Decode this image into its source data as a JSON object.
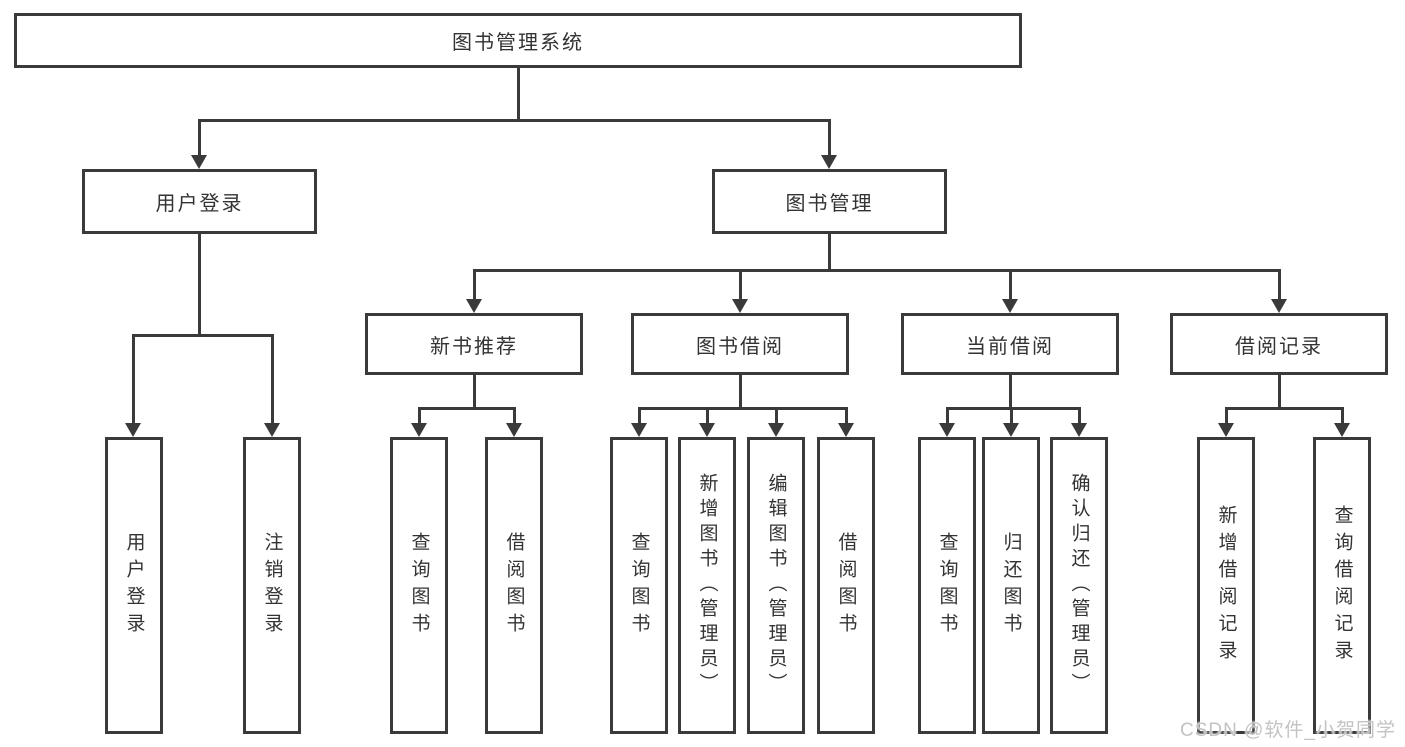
{
  "diagram": {
    "type": "hierarchy-tree",
    "title": "图书管理系统",
    "colors": {
      "line": "#3a3a3a",
      "border": "#3a3a3a",
      "text": "#333333",
      "background": "#ffffff",
      "watermark": "#c3c3c3"
    },
    "watermark": "CSDN @软件_小贺同学"
  },
  "nodes": {
    "root": {
      "label": "图书管理系统"
    },
    "user_login": {
      "label": "用户登录"
    },
    "book_mgmt": {
      "label": "图书管理"
    },
    "new_book_rec": {
      "label": "新书推荐"
    },
    "book_borrow": {
      "label": "图书借阅"
    },
    "current_borrow": {
      "label": "当前借阅"
    },
    "borrow_record": {
      "label": "借阅记录"
    },
    "leaf_user_login": {
      "label": "用户登录"
    },
    "leaf_logout": {
      "label": "注销登录"
    },
    "leaf_query_book_1": {
      "label": "查询图书"
    },
    "leaf_borrow_book_1": {
      "label": "借阅图书"
    },
    "leaf_query_book_2": {
      "label": "查询图书"
    },
    "leaf_add_book": {
      "label": "新增图书（管理员）"
    },
    "leaf_edit_book": {
      "label": "编辑图书（管理员）"
    },
    "leaf_borrow_book_2": {
      "label": "借阅图书"
    },
    "leaf_query_book_3": {
      "label": "查询图书"
    },
    "leaf_return_book": {
      "label": "归还图书"
    },
    "leaf_confirm_return": {
      "label": "确认归还（管理员）"
    },
    "leaf_add_record": {
      "label": "新增借阅记录"
    },
    "leaf_query_record": {
      "label": "查询借阅记录"
    }
  },
  "hierarchy": {
    "root": "图书管理系统",
    "children": [
      {
        "label": "用户登录",
        "children": [
          "用户登录",
          "注销登录"
        ]
      },
      {
        "label": "图书管理",
        "children": [
          {
            "label": "新书推荐",
            "children": [
              "查询图书",
              "借阅图书"
            ]
          },
          {
            "label": "图书借阅",
            "children": [
              "查询图书",
              "新增图书（管理员）",
              "编辑图书（管理员）",
              "借阅图书"
            ]
          },
          {
            "label": "当前借阅",
            "children": [
              "查询图书",
              "归还图书",
              "确认归还（管理员）"
            ]
          },
          {
            "label": "借阅记录",
            "children": [
              "新增借阅记录",
              "查询借阅记录"
            ]
          }
        ]
      }
    ]
  }
}
